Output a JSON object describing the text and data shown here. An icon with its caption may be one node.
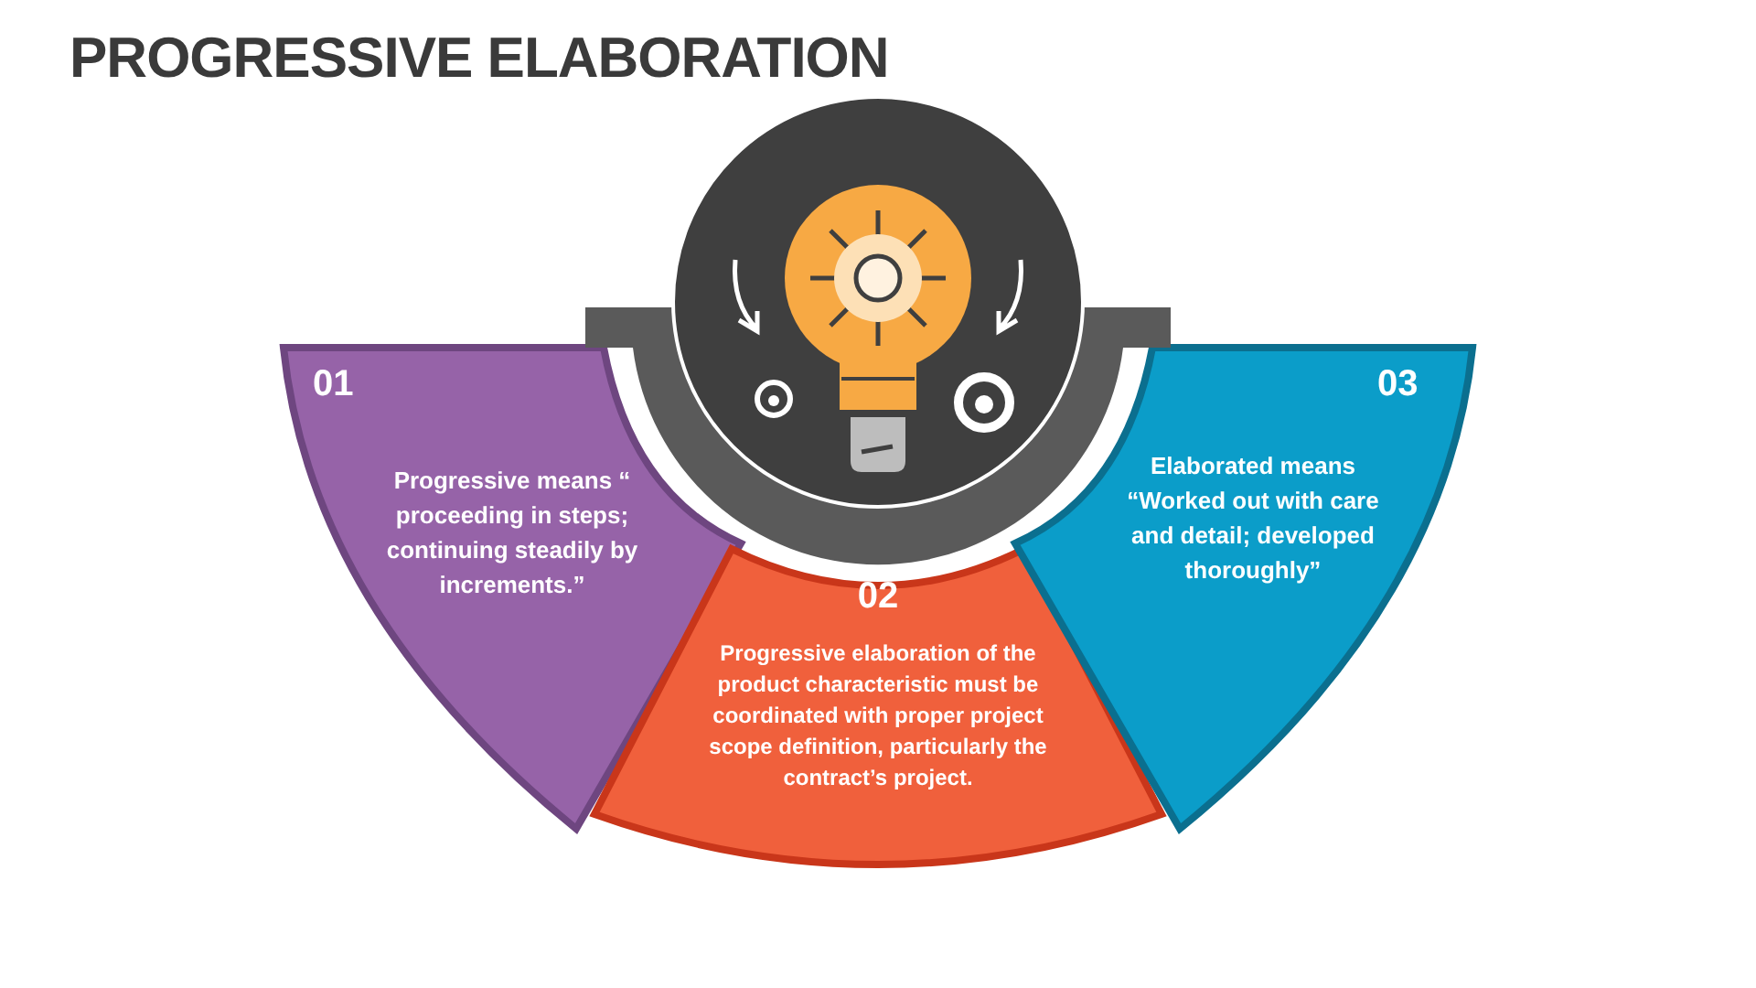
{
  "diagram": {
    "title": "PROGRESSIVE ELABORATION",
    "nodes": [
      {
        "text": [
          "01",
          "Progressive means “ proceeding in steps; continuing steadily by increments.”"
        ]
      },
      {
        "text": [
          "02",
          "Progressive elaboration of the product characteristic must be coordinated with proper project scope definition, particularly the contract’s project."
        ]
      },
      {
        "text": [
          "03",
          "Elaborated means “Worked out with care and detail; developed thoroughly”"
        ]
      }
    ]
  }
}
